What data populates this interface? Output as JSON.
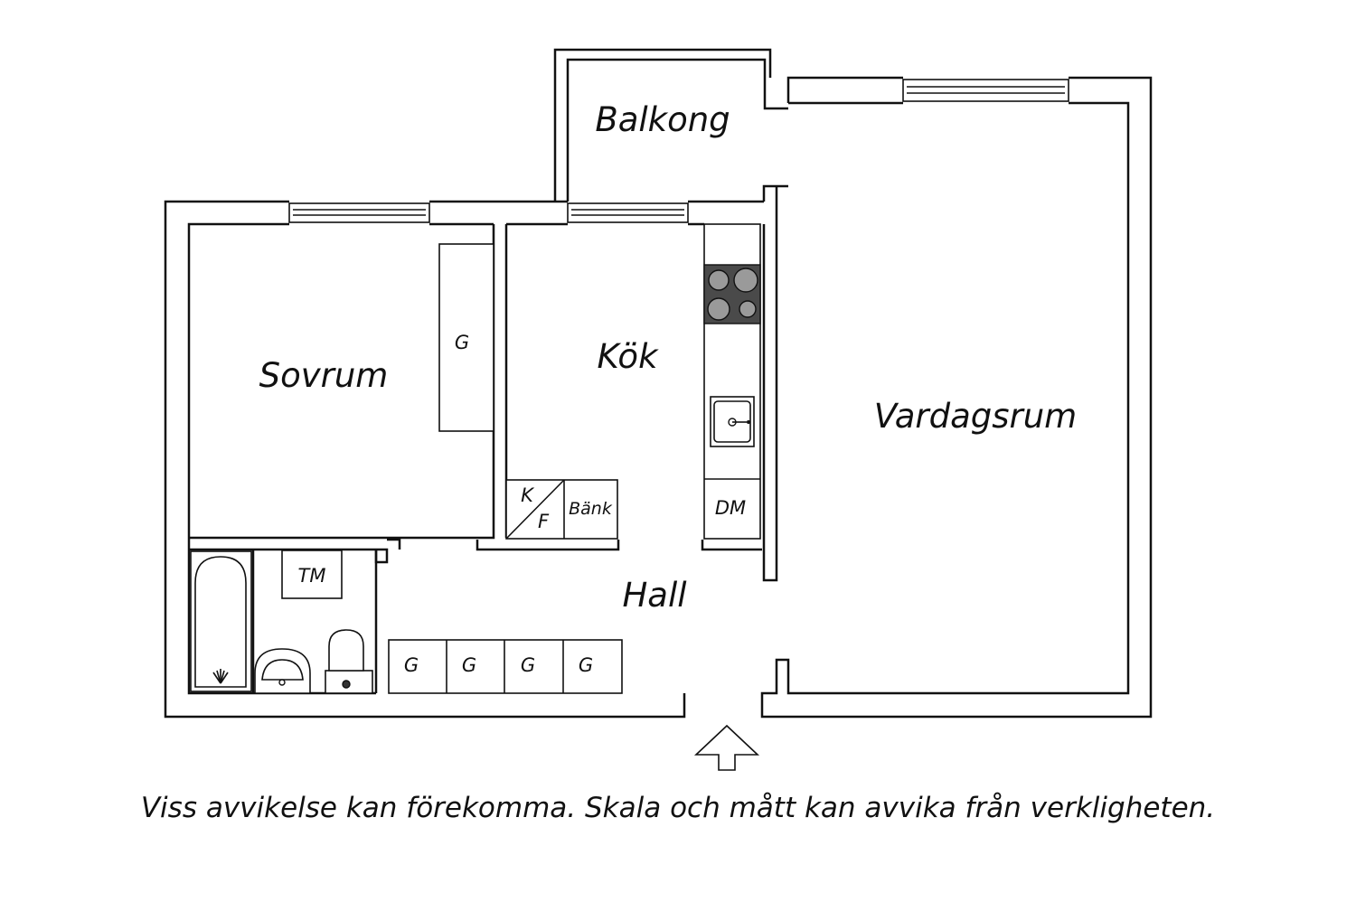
{
  "rooms": {
    "balkong": "Balkong",
    "sovrum": "Sovrum",
    "kok": "Kök",
    "vardagsrum": "Vardagsrum",
    "hall": "Hall"
  },
  "fixtures": {
    "wardrobe_sovrum": "G",
    "fridge_k": "K",
    "fridge_f": "F",
    "counter": "Bänk",
    "dishwasher": "DM",
    "washer": "TM",
    "hall_wardrobes": [
      "G",
      "G",
      "G",
      "G"
    ]
  },
  "disclaimer": "Viss avvikelse kan förekomma. Skala och mått kan avvika från verkligheten."
}
